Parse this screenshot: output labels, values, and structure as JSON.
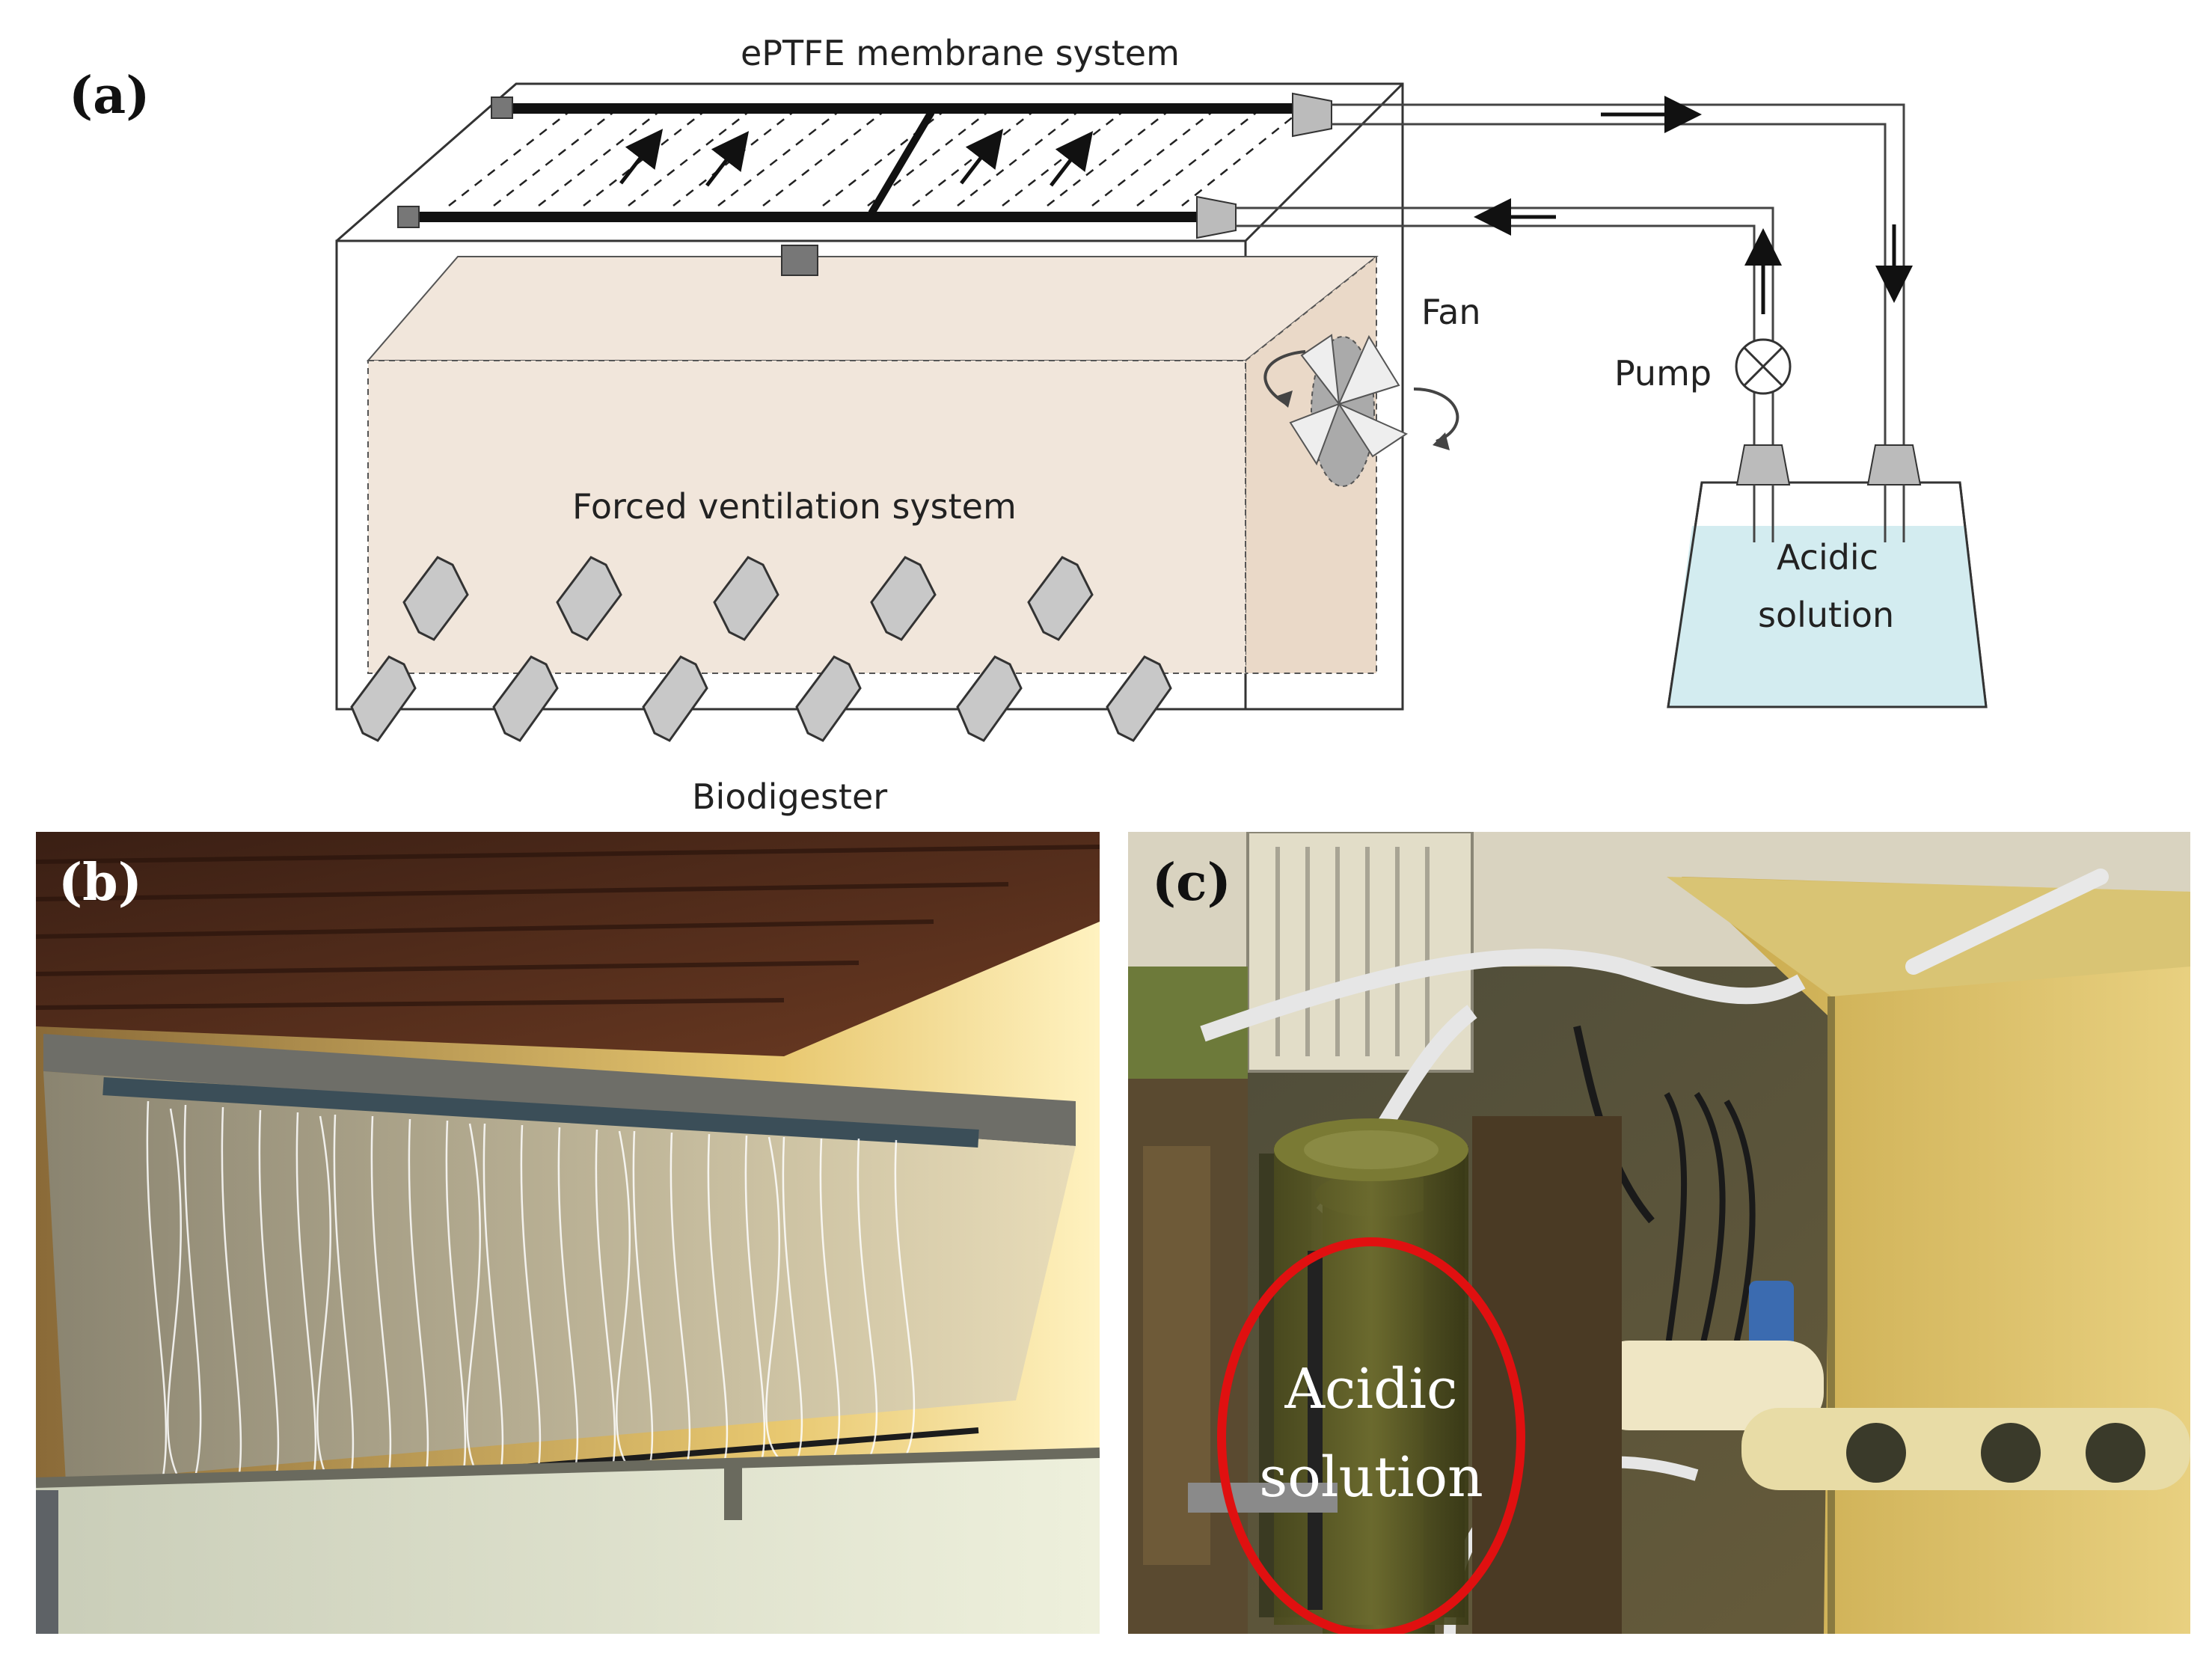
{
  "panel_a": {
    "letter": "(a)",
    "labels": {
      "membrane": "ePTFE membrane system",
      "fan": "Fan",
      "pump": "Pump",
      "forced": "Forced ventilation system",
      "acidic_line1": "Acidic",
      "acidic_line2": "solution",
      "biodigester": "Biodigester"
    },
    "colors": {
      "chamber_fill": "#f1e6db",
      "acid_fill": "#d3ecf0",
      "tube_fill": "#c8c8c8"
    }
  },
  "panel_b": {
    "letter": "(b)"
  },
  "panel_c": {
    "letter": "(c)",
    "overlay_line1": "Acidic",
    "overlay_line2": "solution",
    "ellipse_color": "#e01010"
  }
}
